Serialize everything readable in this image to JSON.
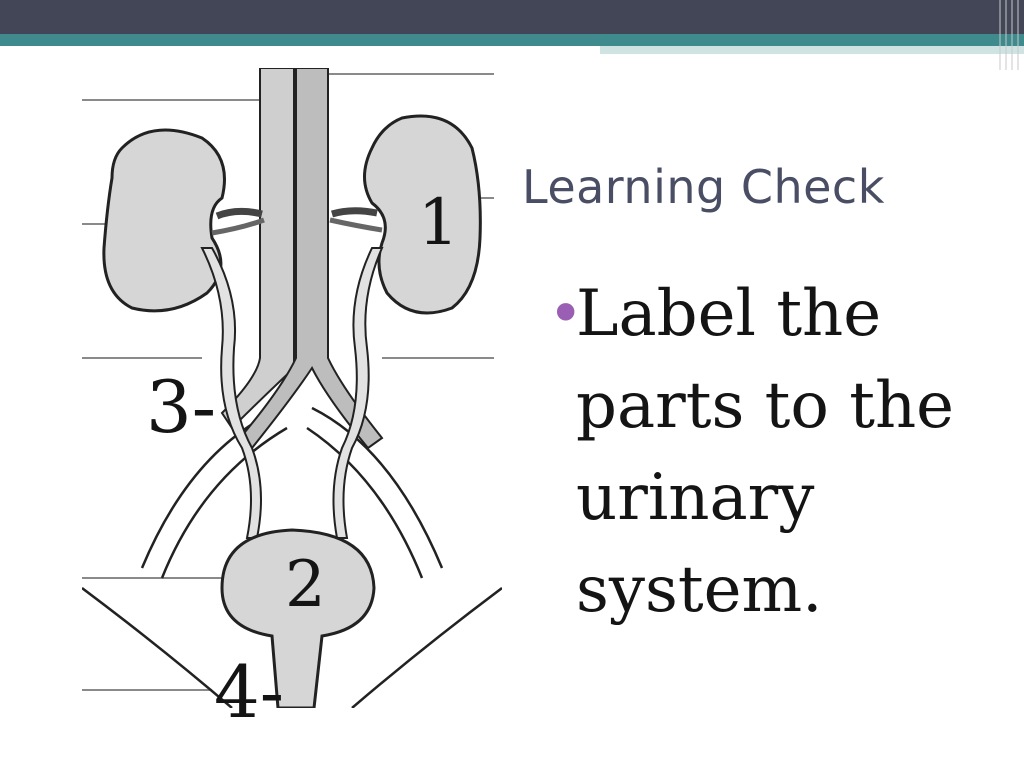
{
  "slide": {
    "title": "Learning Check",
    "bullet": "Label the parts to the urinary system."
  },
  "diagram": {
    "labels": [
      "1",
      "2",
      "3-",
      "4-"
    ]
  },
  "colors": {
    "top_band": "#424657",
    "accent_teal": "#3e8a8c",
    "title_text": "#4a4e65",
    "bullet_dot": "#9a5fb4"
  }
}
